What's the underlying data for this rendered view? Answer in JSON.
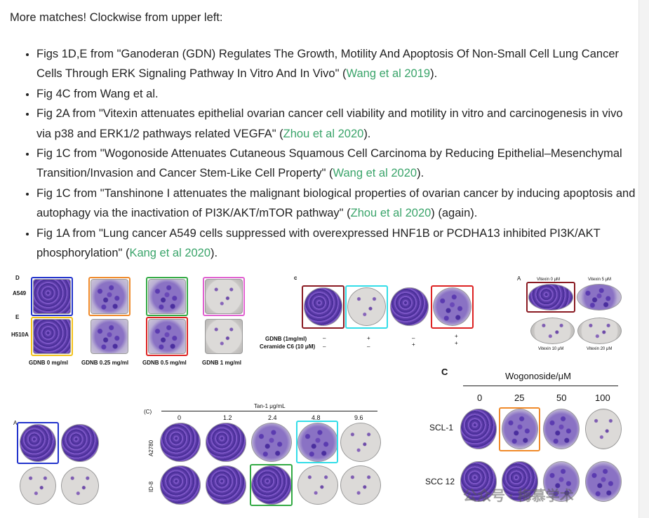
{
  "post": {
    "intro": "More matches! Clockwise from upper left:",
    "items": [
      {
        "text": "Figs 1D,E from \"Ganoderan (GDN) Regulates The Growth, Motility And Apoptosis Of Non-Small Cell Lung Cancer Cells Through ERK Signaling Pathway In Vitro And In Vivo\" (",
        "cite": "Wang et al 2019",
        "tail": ")."
      },
      {
        "text": "Fig 4C from Wang et al.",
        "cite": "",
        "tail": ""
      },
      {
        "text": "Fig 2A from \"Vitexin attenuates epithelial ovarian cancer cell viability and motility in vitro and carcinogenesis in vivo via p38 and ERK1/2 pathways related VEGFA\" (",
        "cite": "Zhou et al 2020",
        "tail": ")."
      },
      {
        "text": "Fig 1C from \"Wogonoside Attenuates Cutaneous Squamous Cell Carcinoma by Reducing Epithelial–Mesenchymal Transition/Invasion and Cancer Stem-Like Cell Property\" (",
        "cite": "Wang et al 2020",
        "tail": ")."
      },
      {
        "text": "Fig 1C from \"Tanshinone I attenuates the malignant biological properties of ovarian cancer by inducing apoptosis and autophagy via the inactivation of PI3K/AKT/mTOR pathway\" (",
        "cite": "Zhou et al 2020",
        "tail": ") (again)."
      },
      {
        "text": "Fig 1A from \"Lung cancer A549 cells suppressed with overexpressed HNF1B or PCDHA13 inhibited PI3K/AKT phosphorylation\" (",
        "cite": "Kang et al 2020",
        "tail": ")."
      }
    ]
  },
  "figure": {
    "gdn": {
      "label_d": "D",
      "label_e": "E",
      "row1": "A549",
      "row2": "H510A",
      "cols": [
        "GDNB 0 mg/ml",
        "GDNB 0.25 mg/ml",
        "GDNB 0.5 mg/ml",
        "GDNB 1 mg/ml"
      ]
    },
    "fig4c": {
      "label": "c",
      "row1_label": "GDNB (1mg/ml)",
      "row1": [
        "–",
        "+",
        "–",
        "+"
      ],
      "row2_label": "Ceramide C6 (10 μM)",
      "row2": [
        "–",
        "–",
        "+",
        "+"
      ]
    },
    "vitexin": {
      "label": "A",
      "doses": [
        "Vitexin 0 μM",
        "Vitexin 5 μM",
        "Vitexin 10 μM",
        "Vitexin 20 μM"
      ]
    },
    "wogonoside": {
      "label": "C",
      "title": "Wogonoside/μM",
      "doses": [
        "0",
        "25",
        "50",
        "100"
      ],
      "rows": [
        "SCL-1",
        "SCC 12"
      ]
    },
    "tanshinone": {
      "label": "(C)",
      "title": "Tan-1 μg/mL",
      "doses": [
        "0",
        "1.2",
        "2.4",
        "4.8",
        "9.6"
      ],
      "rows": [
        "A2780",
        "ID-8"
      ]
    },
    "hnf1b": {
      "label": "A"
    },
    "watermark": "公众号 · 梅慕学术",
    "box_colors": {
      "blue": "#2233cc",
      "orange": "#f08a2a",
      "green": "#33aa44",
      "pink": "#e060d0",
      "yellow": "#f2c21a",
      "red": "#dd2222",
      "cyan": "#33dde8",
      "maroon": "#8a1a22"
    }
  }
}
